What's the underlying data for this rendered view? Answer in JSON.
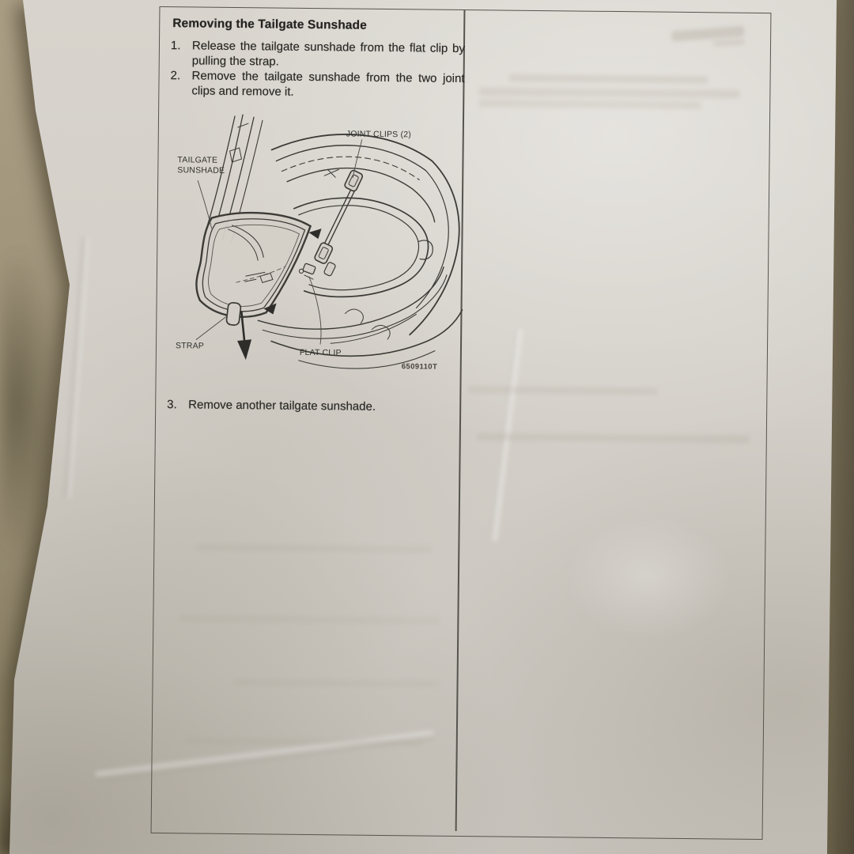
{
  "page": {
    "heading": "Removing the Tailgate Sunshade",
    "steps": [
      {
        "num": "1.",
        "text": "Release the tailgate sunshade from the flat clip by pulling the strap."
      },
      {
        "num": "2.",
        "text": "Remove the tailgate sunshade from the two joint clips and remove it."
      },
      {
        "num": "3.",
        "text": "Remove another tailgate sunshade."
      }
    ],
    "figure": {
      "labels": {
        "joint_clips": "JOINT CLIPS (2)",
        "tailgate_sunshade_line1": "TAILGATE",
        "tailgate_sunshade_line2": "SUNSHADE",
        "strap": "STRAP",
        "flat_clip": "FLAT CLIP",
        "figure_code": "6509110T"
      }
    },
    "colors": {
      "paper": "#d2cec7",
      "ink": "#282723",
      "line_art": "#3c3b37",
      "border": "#56544e",
      "wall": "#9c9177"
    }
  }
}
